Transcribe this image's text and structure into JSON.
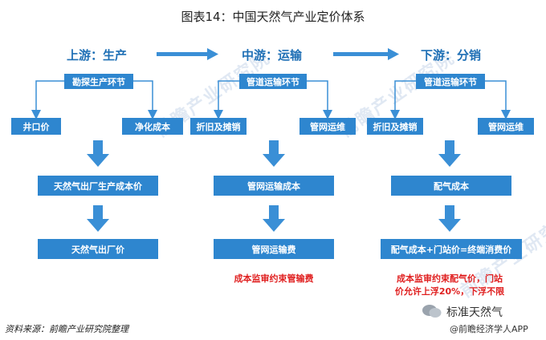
{
  "title": "图表14：中国天然气产业定价体系",
  "stages": {
    "upstream": "上游：生产",
    "midstream": "中游：运输",
    "downstream": "下游：分销"
  },
  "upstream": {
    "process": "勘探生产环节",
    "left": "井口价",
    "right": "净化成本",
    "cost": "天然气出厂生产成本价",
    "price": "天然气出厂价"
  },
  "midstream": {
    "process": "管道运输环节",
    "left": "折旧及摊销",
    "right": "管网运维",
    "cost": "管网运输成本",
    "price": "管网运输费",
    "note": "成本监审约束管输费"
  },
  "downstream": {
    "process": "管道运输环节",
    "left": "折旧及摊销",
    "right": "管网运维",
    "cost": "配气成本",
    "price": "配气成本+门站价=终端消费价",
    "note_line1": "成本监审约束配气价，门站",
    "note_line2": "价允许上浮20%，下浮不限"
  },
  "source": "资料来源：前瞻产业研究院整理",
  "watermarks": {
    "brand": "前瞻产业研究院",
    "account": "标准天然气",
    "app": "@前瞻经济学人APP"
  },
  "colors": {
    "box": "#2e86cf",
    "arrow": "#3a8fd6",
    "stage_text": "#1e6fb5",
    "note": "#e02020"
  }
}
